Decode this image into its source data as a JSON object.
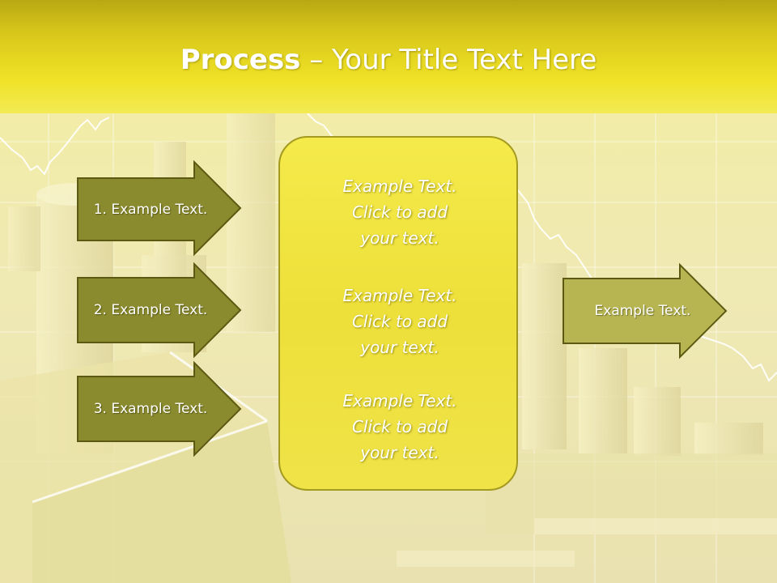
{
  "slide": {
    "title_bold": "Process",
    "title_rest": " – Your Title Text Here",
    "left_arrows": [
      {
        "label": "1. Example Text."
      },
      {
        "label": "2. Example Text."
      },
      {
        "label": "3. Example Text."
      }
    ],
    "center_box_items": [
      {
        "text": "Example Text.\nClick  to add\nyour text."
      },
      {
        "text": "Example Text.\nClick  to add\nyour text."
      },
      {
        "text": "Example Text.\nClick  to add\nyour text."
      }
    ],
    "right_arrow": {
      "label": "Example Text."
    }
  },
  "colors": {
    "header": "#e8d81f",
    "left_arrow_fill": "#8a8a2e",
    "right_arrow_fill": "#b7b552",
    "center_box_fill": "#f0e440",
    "outline": "#5c5a12"
  }
}
